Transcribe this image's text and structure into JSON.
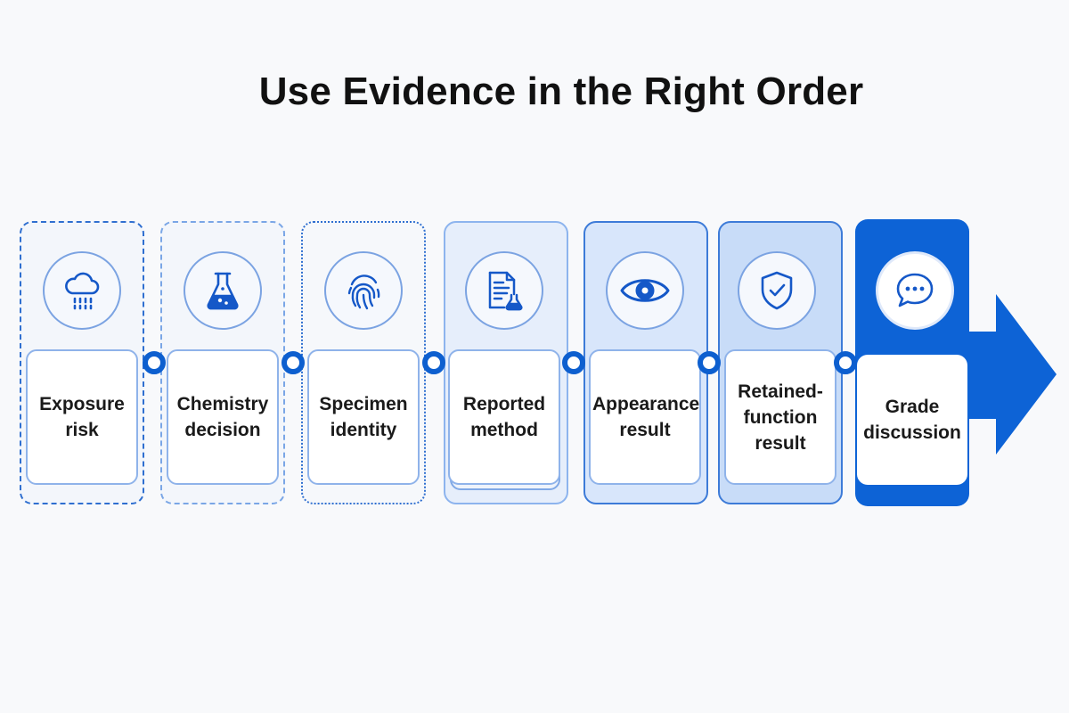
{
  "title": "Use Evidence in the Right Order",
  "colors": {
    "accent": "#0d63d6",
    "node": "#0d5fcf",
    "icon": "#1558c8",
    "card_border": "#8fb3ea"
  },
  "steps": [
    {
      "label": "Exposure\nrisk",
      "icon": "cloud-rain-icon"
    },
    {
      "label": "Chemistry\ndecision",
      "icon": "flask-icon"
    },
    {
      "label": "Specimen\nidentity",
      "icon": "fingerprint-icon"
    },
    {
      "label": "Reported\nmethod",
      "icon": "document-flask-icon"
    },
    {
      "label": "Appearance\nresult",
      "icon": "eye-icon"
    },
    {
      "label": "Retained-\nfunction\nresult",
      "icon": "shield-check-icon"
    },
    {
      "label": "Grade\ndiscussion",
      "icon": "chat-bubble-icon"
    }
  ]
}
